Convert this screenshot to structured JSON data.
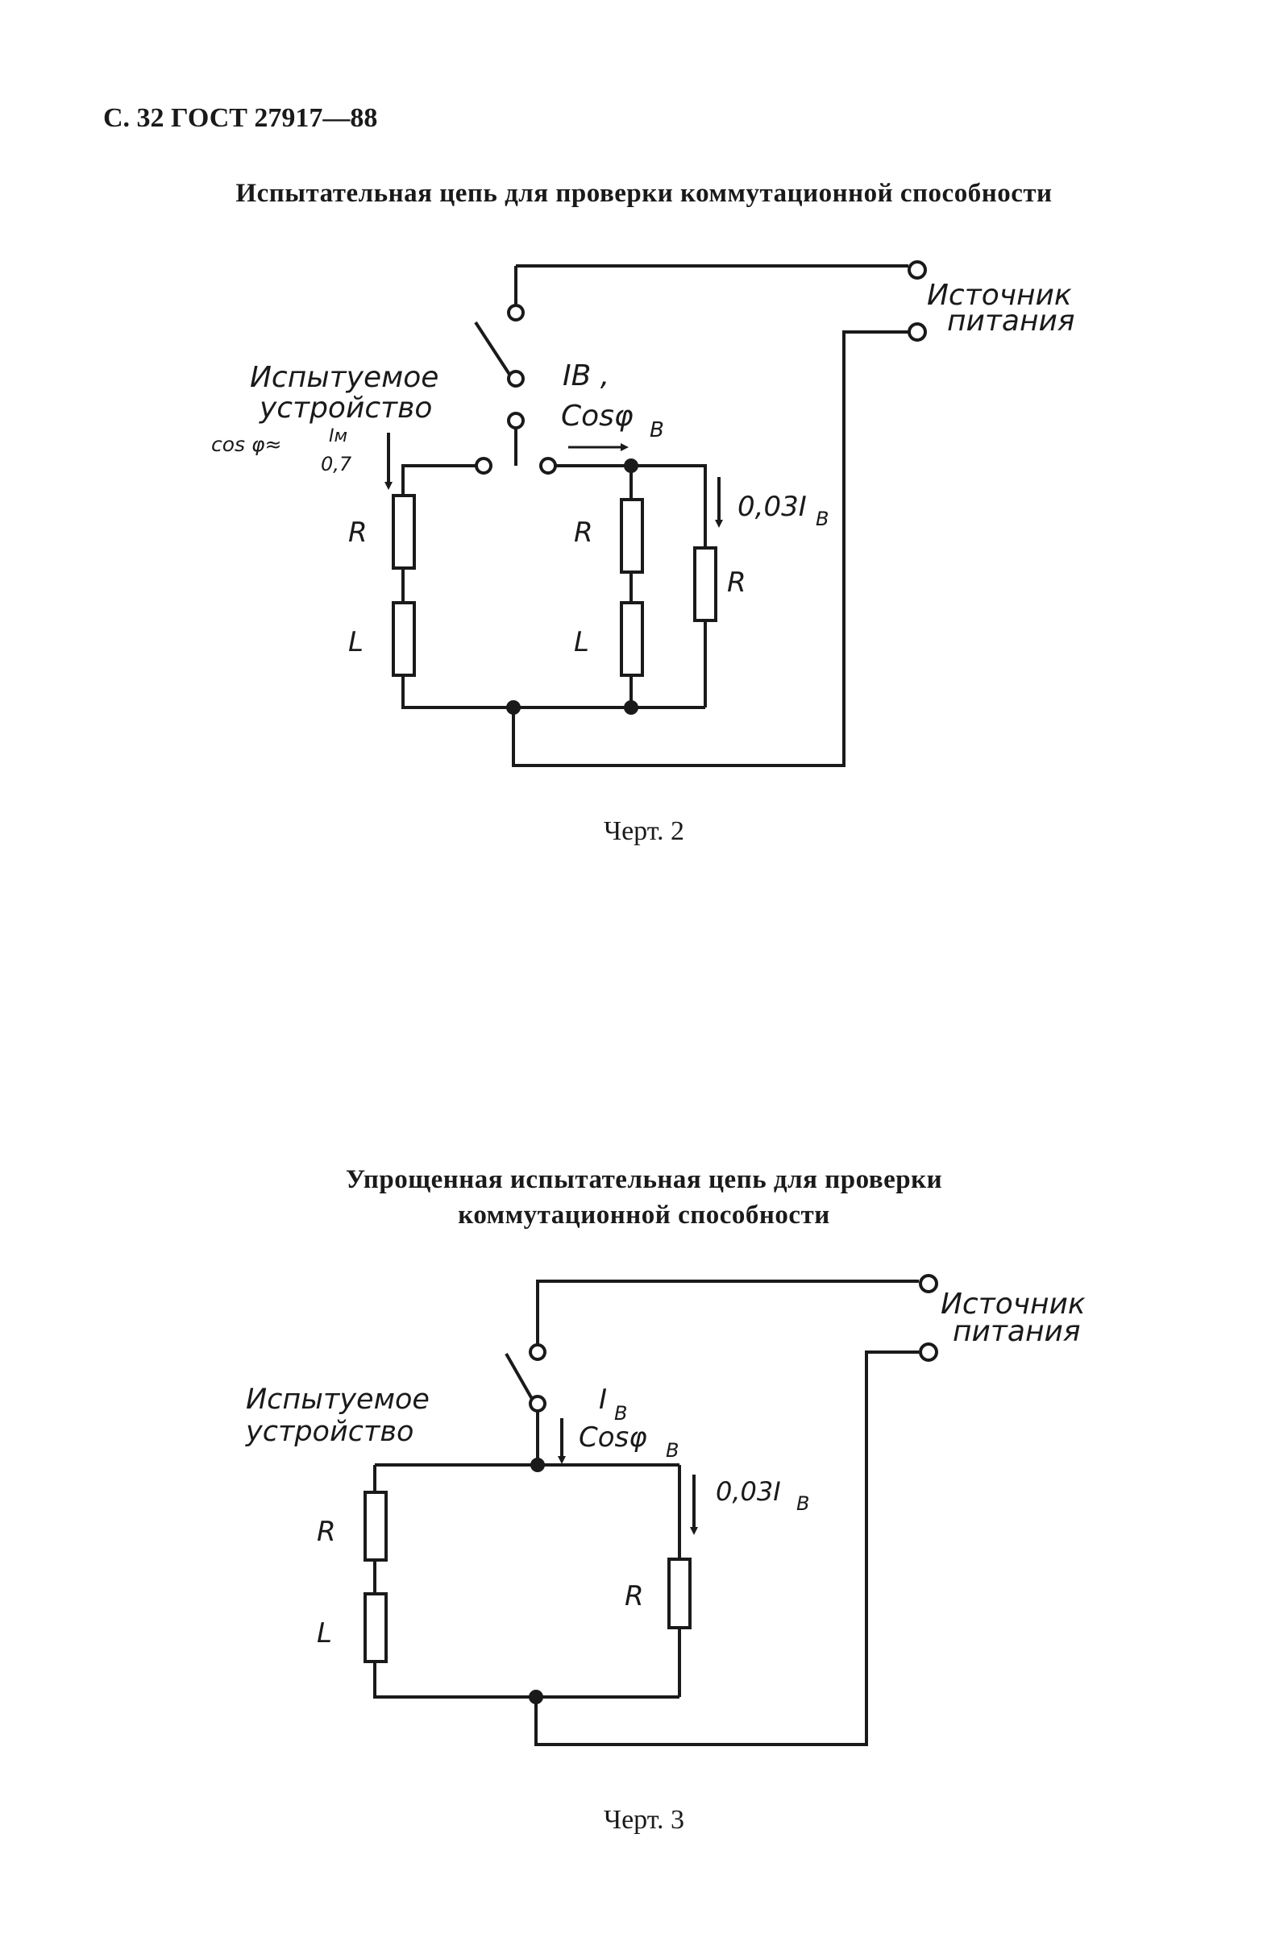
{
  "header": "С. 32 ГОСТ 27917—88",
  "figure1": {
    "title": "Испытательная цепь для проверки коммутационной способности",
    "caption": "Черт. 2",
    "labels": {
      "source_line1": "Источник",
      "source_line2": "питания",
      "device_line1": "Испытуемое",
      "device_line2": "устройство",
      "cos_left": "cos φ≈",
      "im": "Iм",
      "val_07": "0,7",
      "ib": "IB ,",
      "cosphi_b": "Cosφ",
      "cosphi_b_sub": "B",
      "current_003": "0,03I",
      "current_003_sub": "B",
      "r_left": "R",
      "l_left": "L",
      "r_mid": "R",
      "l_mid": "L",
      "r_right": "R"
    }
  },
  "figure2": {
    "title_line1": "Упрощенная испытательная цепь для проверки",
    "title_line2": "коммутационной способности",
    "caption": "Черт. 3",
    "labels": {
      "source_line1": "Источник",
      "source_line2": "питания",
      "device_line1": "Испытуемое",
      "device_line2": "устройство",
      "ib": "I",
      "ib_sub": "B",
      "cosphi_b": "Cosφ",
      "cosphi_b_sub": "B",
      "current_003": "0,03I",
      "current_003_sub": "B",
      "r_left": "R",
      "l_left": "L",
      "r_right": "R"
    }
  }
}
